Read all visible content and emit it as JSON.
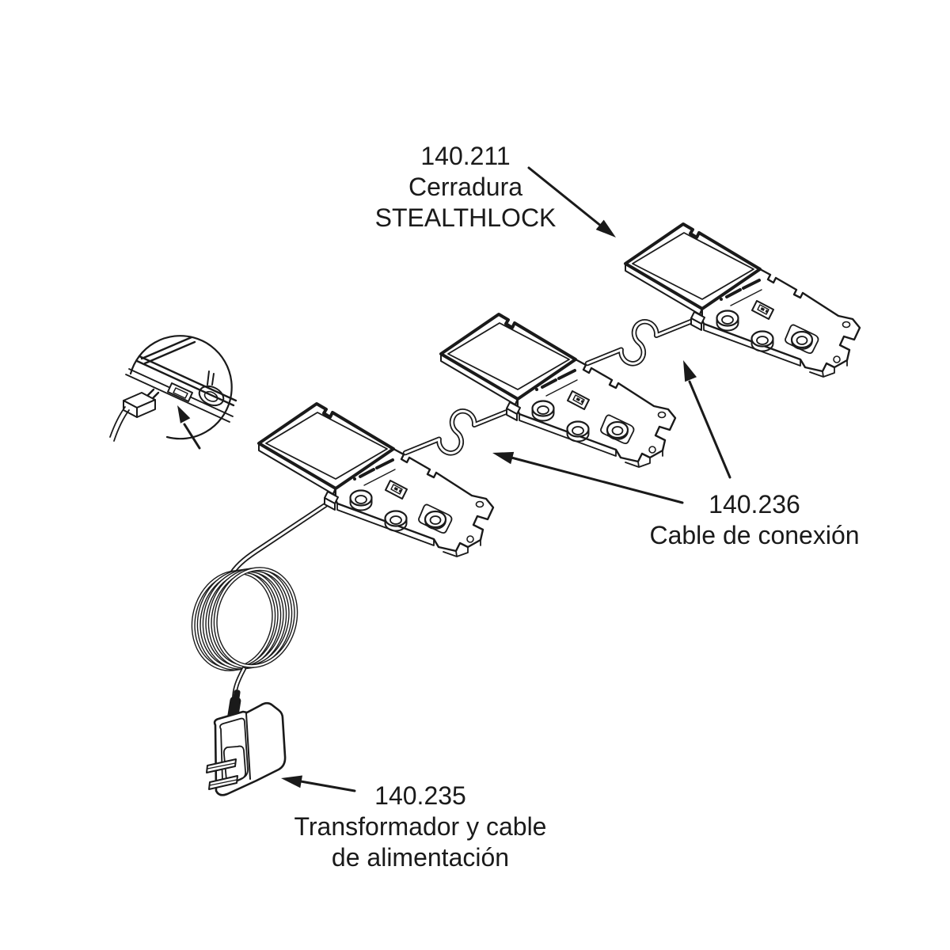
{
  "diagram": {
    "labels": {
      "lock": {
        "line1": "140.211",
        "line2": "Cerradura",
        "line3": "STEALTHLOCK"
      },
      "connection_cable": {
        "line1": "140.236",
        "line2": "Cable de conexión"
      },
      "transformer": {
        "line1": "140.235",
        "line2": "Transformador y cable",
        "line3": "de alimentación"
      }
    },
    "colors": {
      "ink": "#1a1a1a",
      "background": "#ffffff"
    }
  }
}
